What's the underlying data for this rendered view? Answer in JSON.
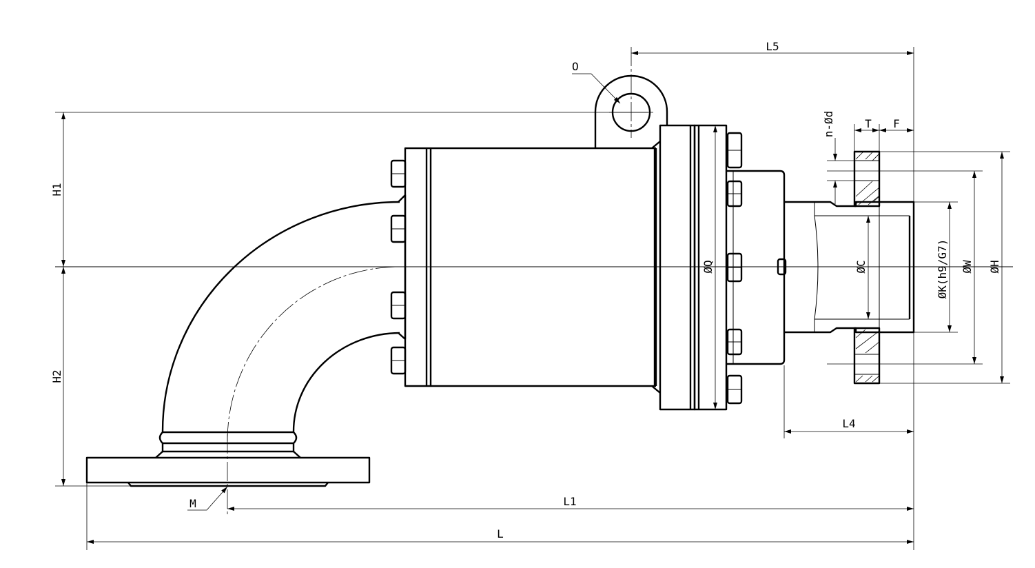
{
  "labels": {
    "L5": "L5",
    "O": "O",
    "H1": "H1",
    "H2": "H2",
    "nd": "n-Ød",
    "T": "T",
    "F": "F",
    "Q": "ØQ",
    "C": "ØC",
    "K": "ØK(h9/G7)",
    "W": "ØW",
    "H": "ØH",
    "L4": "L4",
    "M": "M",
    "L1": "L1",
    "L": "L"
  }
}
